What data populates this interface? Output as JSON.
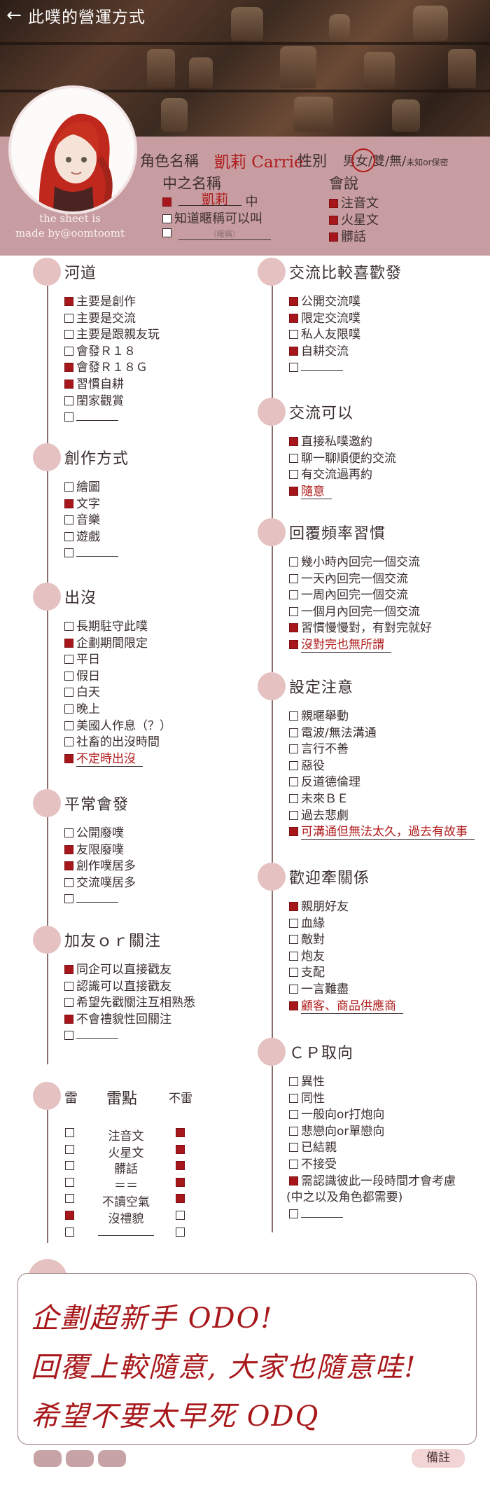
{
  "app": {
    "title": "此噗的營運方式"
  },
  "colors": {
    "accent": "#a7161a",
    "banner_pink": "#c79da1",
    "circle": "#e5c1c1"
  },
  "header": {
    "credit": [
      "the sheet is",
      "made by@oomtoomt"
    ],
    "char_label": "角色名稱",
    "char_name": "凱莉 Carrie",
    "gender_label": "性別",
    "gender_options": [
      "男",
      "女",
      "雙",
      "無"
    ],
    "gender_other": "未知or保密",
    "cn_label": "中之名稱",
    "cn_name": "凱莉",
    "cn_suffix": "中",
    "cn_opt1": "知道暱稱可以叫",
    "cn_opt2_hint": "（暱稱）",
    "lang_label": "會說",
    "lang": [
      "注音文",
      "火星文",
      "髒話"
    ]
  },
  "left": [
    {
      "title": "河道",
      "items": [
        {
          "t": "主要是創作",
          "on": true
        },
        {
          "t": "主要是交流",
          "on": false
        },
        {
          "t": "主要是跟親友玩",
          "on": false
        },
        {
          "t": "會發Ｒ１８",
          "on": false
        },
        {
          "t": "會發Ｒ１８Ｇ",
          "on": true
        },
        {
          "t": "習慣自耕",
          "on": true
        },
        {
          "t": "閨家觀賞",
          "on": false
        },
        {
          "t": "",
          "on": false,
          "blank": true
        }
      ]
    },
    {
      "title": "創作方式",
      "items": [
        {
          "t": "繪圖",
          "on": false
        },
        {
          "t": "文字",
          "on": true
        },
        {
          "t": "音樂",
          "on": false
        },
        {
          "t": "遊戲",
          "on": false
        },
        {
          "t": "",
          "on": false,
          "blank": true
        }
      ]
    },
    {
      "title": "出沒",
      "items": [
        {
          "t": "長期駐守此噗",
          "on": false
        },
        {
          "t": "企劃期間限定",
          "on": true
        },
        {
          "t": "平日",
          "on": false
        },
        {
          "t": "假日",
          "on": false
        },
        {
          "t": "白天",
          "on": false
        },
        {
          "t": "晚上",
          "on": false
        },
        {
          "t": "美國人作息（？）",
          "on": false
        },
        {
          "t": "社畜的出沒時間",
          "on": false
        },
        {
          "t": "不定時出沒",
          "on": true,
          "red": true,
          "ul": true
        }
      ]
    },
    {
      "title": "平常會發",
      "items": [
        {
          "t": "公開廢噗",
          "on": false
        },
        {
          "t": "友限廢噗",
          "on": true
        },
        {
          "t": "創作噗居多",
          "on": true
        },
        {
          "t": "交流噗居多",
          "on": false
        },
        {
          "t": "",
          "on": false,
          "blank": true
        }
      ]
    },
    {
      "title": "加友ｏｒ關注",
      "items": [
        {
          "t": "同企可以直接戳友",
          "on": true
        },
        {
          "t": "認識可以直接戳友",
          "on": false
        },
        {
          "t": "希望先戳關注互相熟悉",
          "on": false
        },
        {
          "t": "不會禮貌性回關注",
          "on": true
        },
        {
          "t": "",
          "on": false,
          "blank": true
        }
      ]
    }
  ],
  "mine": {
    "col_left": "雷",
    "col_mid": "雷點",
    "col_right": "不雷",
    "rows": [
      {
        "t": "注音文",
        "thunder": false,
        "not": true
      },
      {
        "t": "火星文",
        "thunder": false,
        "not": true
      },
      {
        "t": "髒話",
        "thunder": false,
        "not": true
      },
      {
        "t": "＝＝",
        "thunder": false,
        "not": true
      },
      {
        "t": "不讀空氣",
        "thunder": false,
        "not": true
      },
      {
        "t": "沒禮貌",
        "thunder": true,
        "not": false
      },
      {
        "t": "",
        "thunder": false,
        "not": false,
        "blank": true
      }
    ]
  },
  "right": [
    {
      "title": "交流比較喜歡發",
      "items": [
        {
          "t": "公開交流噗",
          "on": true
        },
        {
          "t": "限定交流噗",
          "on": true
        },
        {
          "t": "私人友限噗",
          "on": false
        },
        {
          "t": "自耕交流",
          "on": true
        },
        {
          "t": "",
          "on": false,
          "blank": true
        }
      ]
    },
    {
      "title": "交流可以",
      "items": [
        {
          "t": "直接私噗邀約",
          "on": true
        },
        {
          "t": "聊一聊順便約交流",
          "on": false
        },
        {
          "t": "有交流過再約",
          "on": false
        },
        {
          "t": "隨意",
          "on": true,
          "red": true,
          "ul": true
        }
      ]
    },
    {
      "title": "回覆頻率習慣",
      "items": [
        {
          "t": "幾小時內回完一個交流",
          "on": false
        },
        {
          "t": "一天內回完一個交流",
          "on": false
        },
        {
          "t": "一周內回完一個交流",
          "on": false
        },
        {
          "t": "一個月內回完一個交流",
          "on": false
        },
        {
          "t": "習慣慢慢對，有對完就好",
          "on": true
        },
        {
          "t": "沒對完也無所謂",
          "on": true,
          "red": true,
          "ul": true
        }
      ]
    },
    {
      "title": "設定注意",
      "items": [
        {
          "t": "親暱舉動",
          "on": false
        },
        {
          "t": "電波/無法溝通",
          "on": false
        },
        {
          "t": "言行不善",
          "on": false
        },
        {
          "t": "惡役",
          "on": false
        },
        {
          "t": "反道德倫理",
          "on": false
        },
        {
          "t": "未來ＢＥ",
          "on": false
        },
        {
          "t": "過去悲劇",
          "on": false
        },
        {
          "t": "可溝通但無法太久，過去有故事",
          "on": true,
          "red": true,
          "ul": true
        }
      ]
    },
    {
      "title": "歡迎牽關係",
      "items": [
        {
          "t": "親朋好友",
          "on": true
        },
        {
          "t": "血緣",
          "on": false
        },
        {
          "t": "敵對",
          "on": false
        },
        {
          "t": "炮友",
          "on": false
        },
        {
          "t": "支配",
          "on": false
        },
        {
          "t": "一言難盡",
          "on": false
        },
        {
          "t": "顧客、商品供應商",
          "on": true,
          "red": true,
          "ul": true
        }
      ]
    },
    {
      "title": "ＣＰ取向",
      "items": [
        {
          "t": "異性",
          "on": false
        },
        {
          "t": "同性",
          "on": false
        },
        {
          "t": "一般向or打炮向",
          "on": false
        },
        {
          "t": "悲戀向or單戀向",
          "on": false
        },
        {
          "t": "已結親",
          "on": false
        },
        {
          "t": "不接受",
          "on": false
        },
        {
          "t": "需認識彼此一段時間才會考慮",
          "on": true
        },
        {
          "t": "(中之以及角色都需要)",
          "on": false,
          "nobox": true
        },
        {
          "t": "",
          "on": false,
          "blank": true
        }
      ]
    }
  ],
  "memo": {
    "lines": [
      "企劃超新手 ODO!",
      "回覆上較隨意, 大家也隨意哇!",
      "希望不要太早死 ODQ"
    ]
  },
  "footer": {
    "note": "備註"
  }
}
